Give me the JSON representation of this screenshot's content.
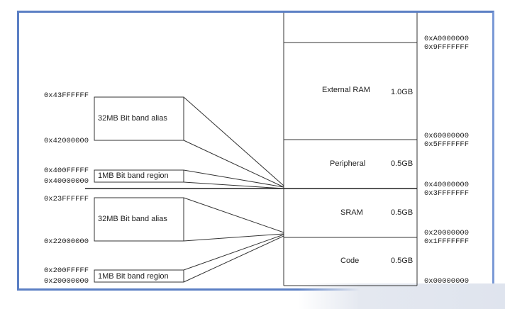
{
  "memory_map": {
    "regions": [
      {
        "name": "External RAM",
        "size": "1.0GB"
      },
      {
        "name": "Peripheral",
        "size": "0.5GB"
      },
      {
        "name": "SRAM",
        "size": "0.5GB"
      },
      {
        "name": "Code",
        "size": "0.5GB"
      }
    ],
    "right_addresses": {
      "a0": "0xA0000000",
      "a1": "0x9FFFFFFF",
      "a2": "0x60000000",
      "a3": "0x5FFFFFFF",
      "a4": "0x40000000",
      "a5": "0x3FFFFFFF",
      "a6": "0x20000000",
      "a7": "0x1FFFFFFF",
      "a8": "0x00000000"
    }
  },
  "bit_band": {
    "peripheral_alias": {
      "label": "32MB  Bit band alias",
      "top": "0x43FFFFFF",
      "bottom": "0x42000000"
    },
    "peripheral_region": {
      "label": "1MB   Bit band region",
      "top": "0x400FFFFF",
      "bottom": "0x40000000"
    },
    "sram_alias": {
      "label": "32MB  Bit band alias",
      "top": "0x23FFFFFF",
      "bottom": "0x22000000"
    },
    "sram_region": {
      "label": "1MB    Bit band region",
      "top": "0x200FFFFF",
      "bottom": "0x20000000"
    }
  }
}
